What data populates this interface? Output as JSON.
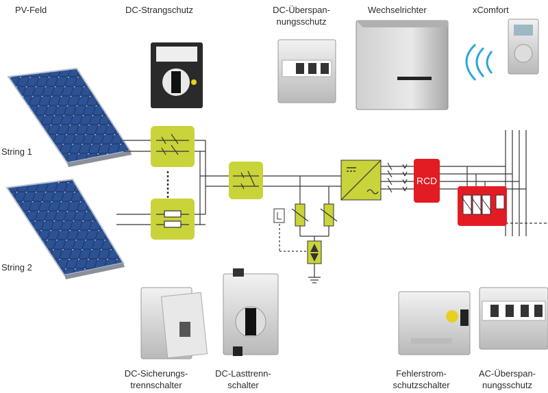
{
  "labels": {
    "pv_feld": "PV-Feld",
    "dc_strangschutz": "DC-Strangschutz",
    "dc_ueberspannungsschutz_1": "DC-Überspan-",
    "dc_ueberspannungsschutz_2": "nungsschutz",
    "wechselrichter": "Wechselrichter",
    "xcomfort": "xComfort",
    "string1": "String 1",
    "string2": "String 2",
    "dc_sicherung_1": "DC-Sicherungs-",
    "dc_sicherung_2": "trennschalter",
    "dc_lasttrenn_1": "DC-Lasttrenn-",
    "dc_lasttrenn_2": "schalter",
    "fehlerstrom_1": "Fehlerstrom-",
    "fehlerstrom_2": "schutzschalter",
    "ac_ueberspannung_1": "AC-Überspan-",
    "ac_ueberspannung_2": "nungsschutz",
    "rcd": "RCD"
  },
  "colors": {
    "component_yellow": "#c9d33a",
    "rcd_red": "#e31b23",
    "line": "#333333",
    "panel_blue": "#1f3b73"
  }
}
